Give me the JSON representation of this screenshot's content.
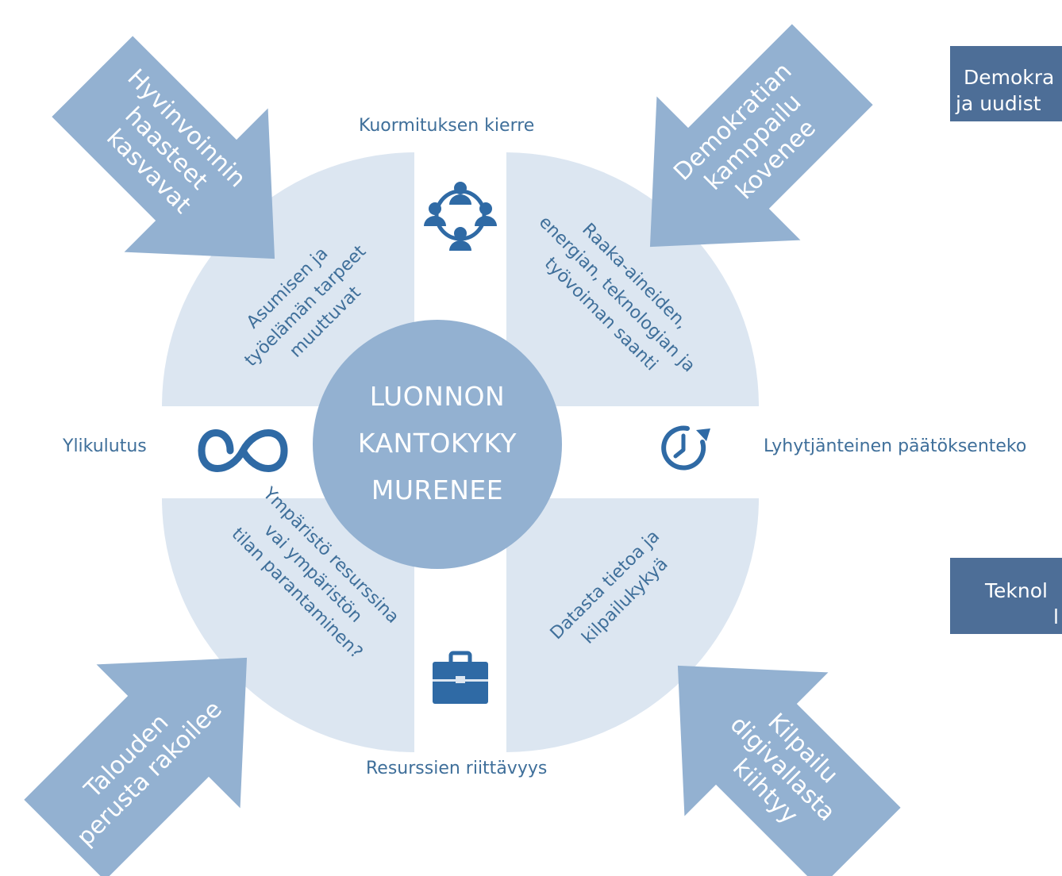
{
  "center": {
    "lines": [
      "LUONNON",
      "KANTOKYKY",
      "MURENEE"
    ]
  },
  "axis_labels": {
    "top": "Kuormituksen kierre",
    "left": "Ylikulutus",
    "right": "Lyhytjänteinen päätöksenteko",
    "bottom": "Resurssien riittävyys"
  },
  "quadrants": {
    "top_left": [
      "Asumisen ja",
      "työelämän tarpeet",
      "muuttuvat"
    ],
    "top_right": [
      "Raaka-aineiden,",
      "energian, teknologian ja",
      "työvoiman saanti"
    ],
    "bottom_left": [
      "Ympäristö resurssina",
      "vai ympäristön",
      "tilan parantaminen?"
    ],
    "bottom_right": [
      "Datasta tietoa ja",
      "kilpailukykyä"
    ]
  },
  "arrows": {
    "top_left": [
      "Hyvinvoinnin",
      "haasteet",
      "kasvavat"
    ],
    "top_right": [
      "Demokratian",
      "kamppailu",
      "kovenee"
    ],
    "bottom_left": [
      "Talouden",
      "perusta rakoilee"
    ],
    "bottom_right": [
      "Kilpailu",
      "digivallasta",
      "kiihtyy"
    ]
  },
  "side_boxes": {
    "top": {
      "line1": "Demokra",
      "line2": "ja uudist"
    },
    "bottom": {
      "line1": "Teknol",
      "line2": "l"
    }
  },
  "icons": {
    "top": "people-network-icon",
    "left": "infinity-icon",
    "right": "clock-icon",
    "bottom": "briefcase-icon"
  },
  "colors": {
    "quadrant": "#dce6f1",
    "center_circle": "#93b1d1",
    "arrow": "#93b1d1",
    "text": "#3f6f9a",
    "icon": "#2f6aa5",
    "box": "#4d6e97"
  }
}
